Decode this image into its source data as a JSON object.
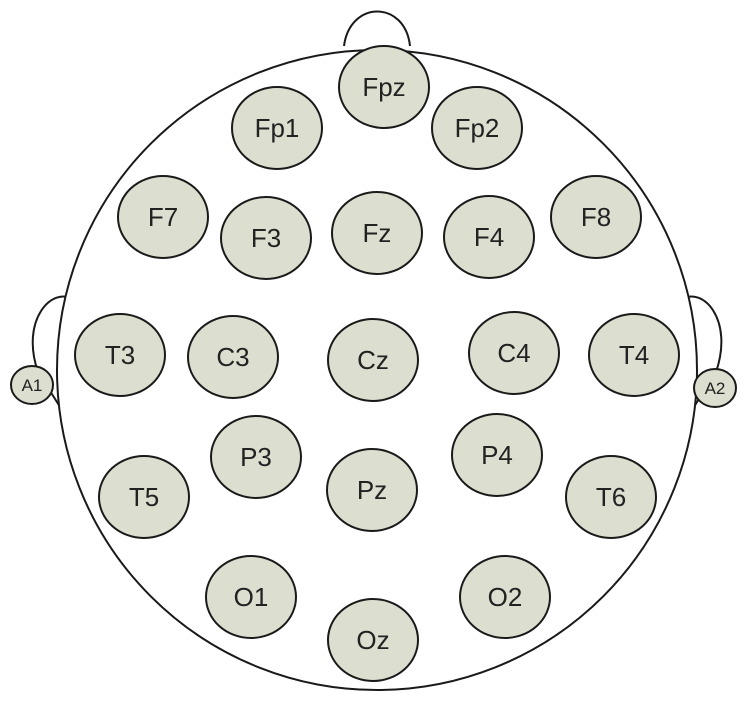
{
  "colors": {
    "electrode_fill": "#dcdfcf",
    "ear_fill": "#dcdfcf",
    "stroke": "#1a1a1a",
    "label": "#222222",
    "background": "#ffffff"
  },
  "electrodes": [
    {
      "id": "Fpz",
      "label": "Fpz"
    },
    {
      "id": "Fp1",
      "label": "Fp1"
    },
    {
      "id": "Fp2",
      "label": "Fp2"
    },
    {
      "id": "F7",
      "label": "F7"
    },
    {
      "id": "F3",
      "label": "F3"
    },
    {
      "id": "Fz",
      "label": "Fz"
    },
    {
      "id": "F4",
      "label": "F4"
    },
    {
      "id": "F8",
      "label": "F8"
    },
    {
      "id": "T3",
      "label": "T3"
    },
    {
      "id": "C3",
      "label": "C3"
    },
    {
      "id": "Cz",
      "label": "Cz"
    },
    {
      "id": "C4",
      "label": "C4"
    },
    {
      "id": "T4",
      "label": "T4"
    },
    {
      "id": "P3",
      "label": "P3"
    },
    {
      "id": "P4",
      "label": "P4"
    },
    {
      "id": "T5",
      "label": "T5"
    },
    {
      "id": "Pz",
      "label": "Pz"
    },
    {
      "id": "T6",
      "label": "T6"
    },
    {
      "id": "O1",
      "label": "O1"
    },
    {
      "id": "O2",
      "label": "O2"
    },
    {
      "id": "Oz",
      "label": "Oz"
    }
  ],
  "ears": [
    {
      "id": "A1",
      "label": "A1"
    },
    {
      "id": "A2",
      "label": "A2"
    }
  ]
}
